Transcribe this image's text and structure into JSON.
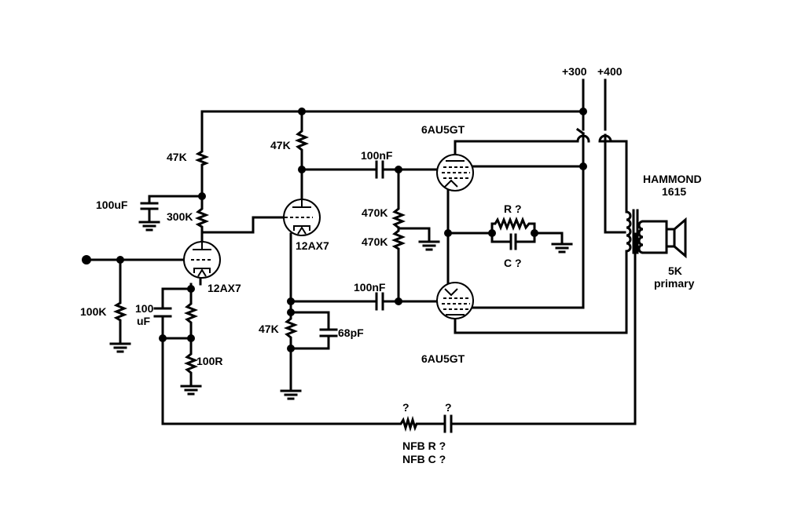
{
  "supplies": {
    "plus300": "+300",
    "plus400": "+400"
  },
  "tubes": {
    "v1": "12AX7",
    "v2": "12AX7",
    "v3": "6AU5GT",
    "v4": "6AU5GT"
  },
  "components": {
    "r_input": "100K",
    "c_cathode_1": "100",
    "c_cathode_2": "uF",
    "r_cathode": "100R",
    "r_dropper": "47K",
    "c_decouple": "100uF",
    "r_plate_1": "300K",
    "r_plate_2": "47K",
    "r_tail": "47K",
    "c_tail": "68pF",
    "c_couple_top": "100nF",
    "c_couple_bottom": "100nF",
    "r_grid_top": "470K",
    "r_grid_bottom": "470K",
    "r_screen": "R ?",
    "c_screen": "C ?"
  },
  "transformer": {
    "name": "HAMMOND",
    "model": "1615",
    "impedance": "5K",
    "winding": "primary"
  },
  "feedback": {
    "r_mark": "?",
    "c_mark": "?",
    "r_label": "NFB R ?",
    "c_label": "NFB C ?"
  }
}
